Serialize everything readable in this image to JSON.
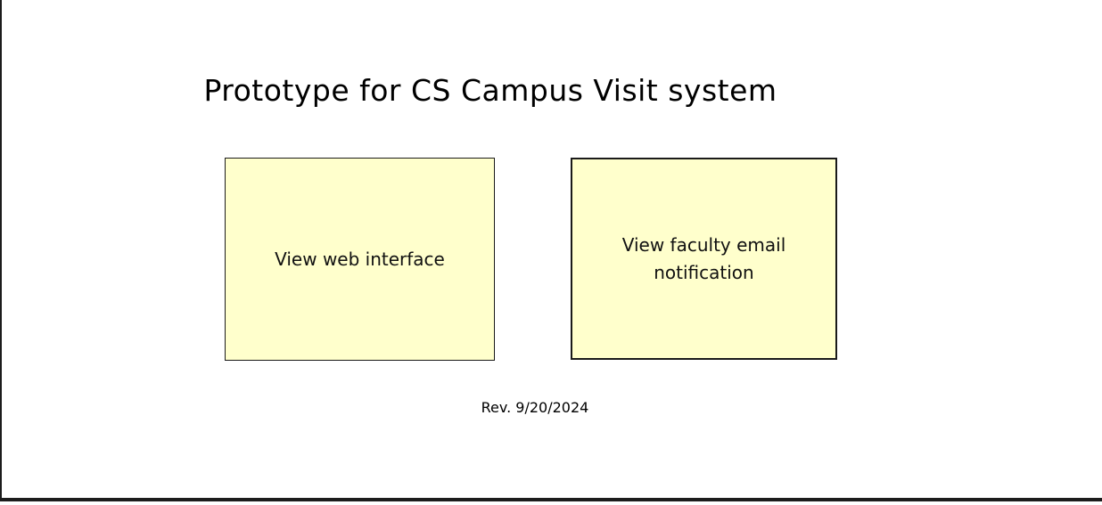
{
  "page": {
    "title": "Prototype for CS Campus Visit system",
    "revision": "Rev. 9/20/2024",
    "boxes": [
      {
        "label": "View web interface"
      },
      {
        "label": "View faculty email notification"
      }
    ],
    "colors": {
      "box_background": "#FFFFCC",
      "box_border": "#1A1A1A",
      "page_background": "#FFFFFF",
      "frame": "#1C1C1C"
    }
  }
}
